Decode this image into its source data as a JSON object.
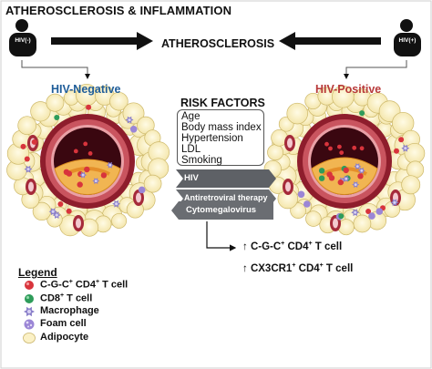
{
  "title": "ATHEROSCLEROSIS & INFLAMMATION",
  "center_label": "ATHEROSCLEROSIS",
  "left": {
    "label": "HIV-Negative",
    "icon_text": "HIV(-)",
    "color": "#1f5d99"
  },
  "right": {
    "label": "HIV-Positive",
    "icon_text": "HIV(+)",
    "color": "#b83a3a"
  },
  "risk_factors": {
    "title": "RISK FACTORS",
    "items": [
      "Age",
      "Body mass index",
      "Hypertension",
      "LDL",
      "Smoking"
    ]
  },
  "arrow_bars": [
    "HIV",
    "Antiretroviral therapy",
    "Cytomegalovirus"
  ],
  "outcomes": [
    {
      "arrow": "↑",
      "text": "C-G-C",
      "sup": "+",
      "text2": " CD4",
      "sup2": "+",
      "text3": " T cell"
    },
    {
      "arrow": "↑",
      "text": "CX3CR1",
      "sup": "+",
      "text2": " CD4",
      "sup2": "+",
      "text3": " T cell"
    }
  ],
  "legend": {
    "title": "Legend",
    "items": [
      {
        "label_a": "C-G-C",
        "sup_a": "+",
        "label_b": " CD4",
        "sup_b": "+",
        "label_c": " T cell",
        "color": "#d8343c",
        "icon": "red-dot-icon"
      },
      {
        "label_a": "CD8",
        "sup_a": "+",
        "label_b": " T cell",
        "sup_b": "",
        "label_c": "",
        "color": "#2e9c5a",
        "icon": "green-dot-icon"
      },
      {
        "label_a": "Macrophage",
        "sup_a": "",
        "label_b": "",
        "sup_b": "",
        "label_c": "",
        "color": "#8a7fc9",
        "icon": "macrophage-icon"
      },
      {
        "label_a": "Foam cell",
        "sup_a": "",
        "label_b": "",
        "sup_b": "",
        "label_c": "",
        "color": "#9b86d6",
        "icon": "foam-cell-icon"
      },
      {
        "label_a": "Adipocyte",
        "sup_a": "",
        "label_b": "",
        "sup_b": "",
        "label_c": "",
        "color": "#fbf1c6",
        "icon": "adipocyte-icon"
      }
    ]
  }
}
